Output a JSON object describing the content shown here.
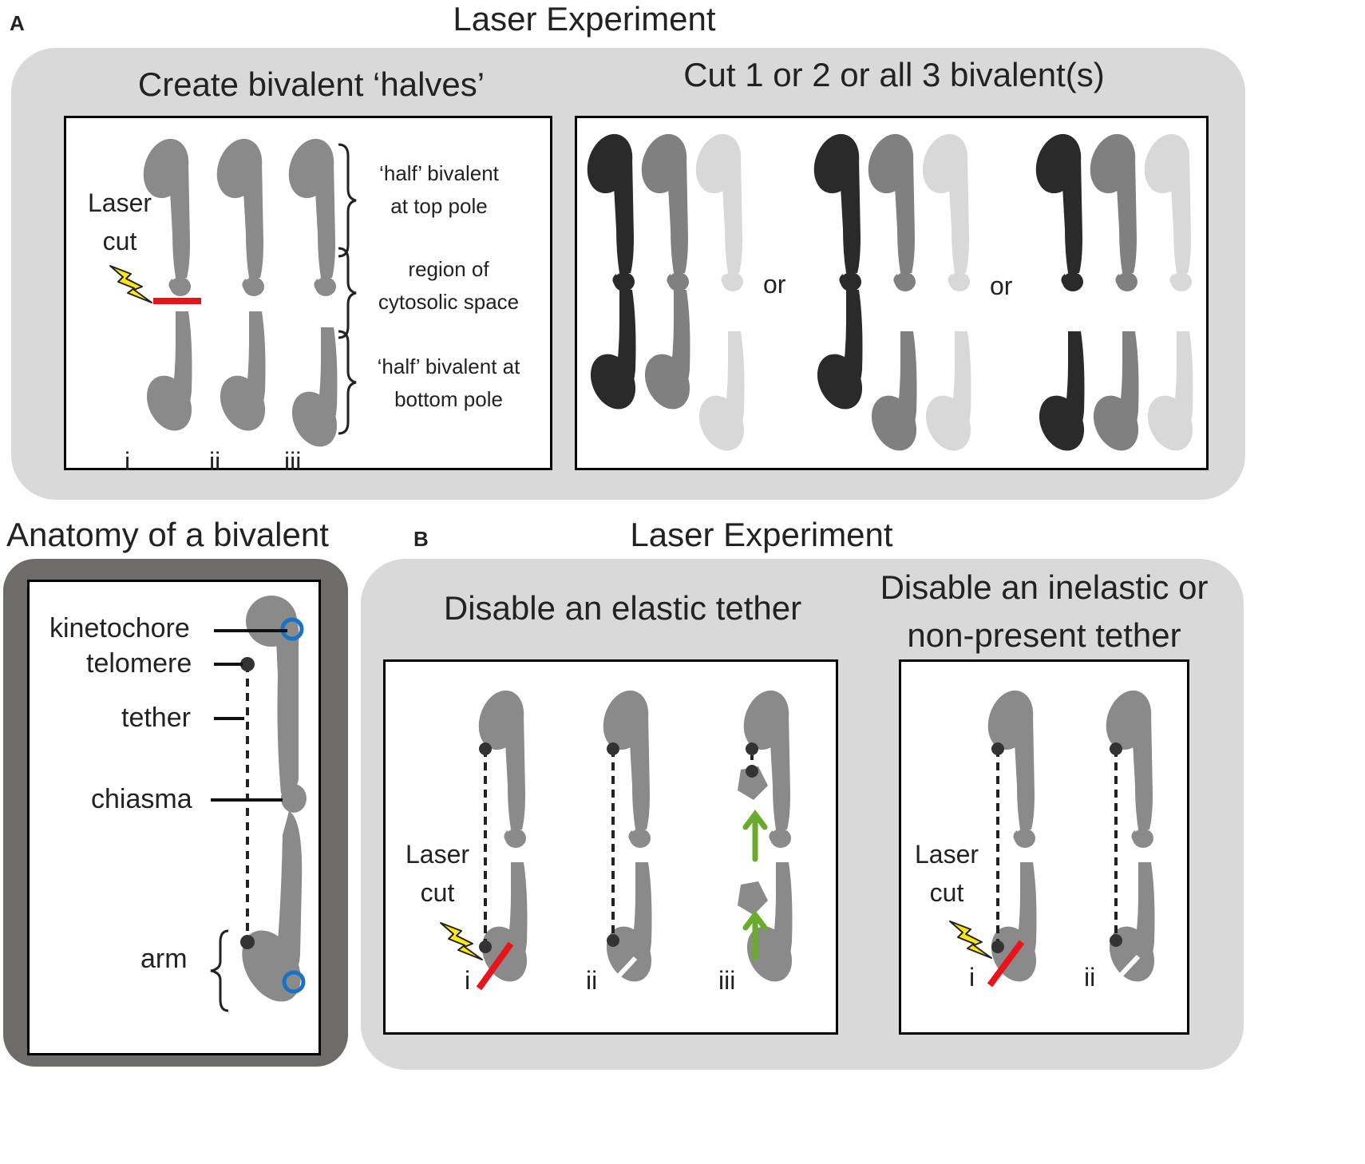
{
  "panel_a": {
    "letter": "A",
    "title": "Laser Experiment",
    "left_heading": "Create bivalent ‘halves’",
    "right_heading": "Cut 1 or 2 or all 3 bivalent(s)",
    "laser_label_1": "Laser",
    "laser_label_2": "cut",
    "brace_top_1": "‘half’ bivalent",
    "brace_top_2": "at top pole",
    "brace_mid_1": "region of",
    "brace_mid_2": "cytosolic space",
    "brace_bot_1": "‘half’ bivalent at",
    "brace_bot_2": "bottom pole",
    "roman": [
      "i",
      "ii",
      "iii"
    ],
    "or_1": "or",
    "or_2": "or",
    "colors": {
      "dark": "#2a2a2a",
      "mid": "#7e7e7e",
      "light": "#d6d6d6",
      "cut": "#e8141b"
    }
  },
  "anatomy": {
    "title": "Anatomy of a bivalent",
    "kinetochore": "kinetochore",
    "telomere": "telomere",
    "tether": "tether",
    "chiasma": "chiasma",
    "arm": "arm",
    "colors": {
      "kinetochore_ring": "#1a72c4"
    }
  },
  "panel_b": {
    "letter": "B",
    "title": "Laser Experiment",
    "left_heading": "Disable an elastic tether",
    "right_heading_1": "Disable an inelastic or",
    "right_heading_2": "non-present tether",
    "laser_label_1": "Laser",
    "laser_label_2": "cut",
    "roman_left": [
      "i",
      "ii",
      "iii"
    ],
    "roman_right": [
      "i",
      "ii"
    ],
    "colors": {
      "arrow": "#6aaa2d",
      "cut": "#e8141b"
    }
  }
}
